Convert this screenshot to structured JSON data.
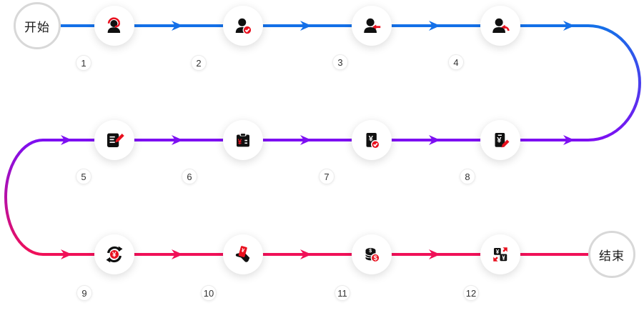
{
  "diagram": {
    "start_label": "开始",
    "end_label": "结束",
    "steps": [
      {
        "number": "1",
        "icon": "customer-service-icon"
      },
      {
        "number": "2",
        "icon": "user-verified-icon"
      },
      {
        "number": "3",
        "icon": "user-arrow-in-icon"
      },
      {
        "number": "4",
        "icon": "user-return-icon"
      },
      {
        "number": "5",
        "icon": "document-edit-icon"
      },
      {
        "number": "6",
        "icon": "billing-clipboard-icon"
      },
      {
        "number": "7",
        "icon": "receipt-approved-icon"
      },
      {
        "number": "8",
        "icon": "receipt-edit-icon"
      },
      {
        "number": "9",
        "icon": "currency-refresh-icon"
      },
      {
        "number": "10",
        "icon": "hand-card-payment-icon"
      },
      {
        "number": "11",
        "icon": "coins-icon"
      },
      {
        "number": "12",
        "icon": "currency-exchange-icon"
      }
    ],
    "colors": {
      "segment1_line": "#1470E8",
      "segment2_line": "#7D0FF2",
      "segment3_line": "#F01058",
      "icon_black": "#101010",
      "icon_red": "#E8101E",
      "endpoint_border": "#D8D8D8"
    }
  }
}
